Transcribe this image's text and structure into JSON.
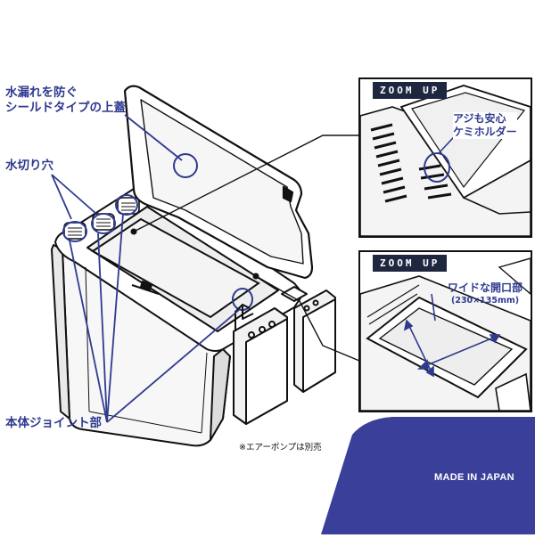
{
  "labels": {
    "lid": [
      "水漏れを防ぐ",
      "シールドタイプの上蓋"
    ],
    "drain": "水切り穴",
    "joint": "本体ジョイント部",
    "note": "※エアーポンプは別売",
    "made_in": "MADE IN JAPAN"
  },
  "zoom_top": {
    "tag": "ZOOM UP",
    "label": [
      "アジも安心",
      "ケミホルダー"
    ]
  },
  "zoom_bottom": {
    "tag": "ZOOM UP",
    "label": "ワイドな開口部",
    "size": "(230×135mm)"
  },
  "colors": {
    "accent": "#2f3a8f",
    "band": "#3a3f9a",
    "tag_bg": "#1f2640",
    "line": "#111111"
  }
}
